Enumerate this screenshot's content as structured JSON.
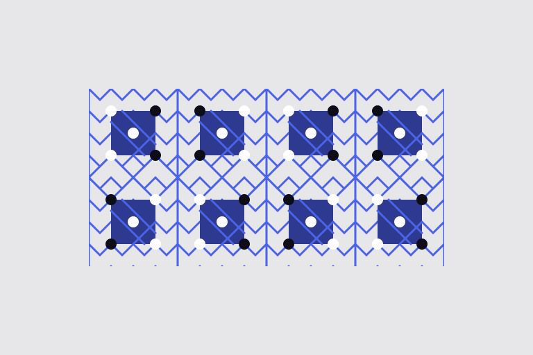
{
  "canvas": {
    "background": "#e7e7ea"
  },
  "pattern": {
    "description_free": true,
    "colors": {
      "line": "#4a63e8",
      "square_fill": "#2e3a8f",
      "dot_white": "#ffffff",
      "dot_black": "#0d0d1a"
    },
    "tiles": [
      {
        "row": 0,
        "col": 0,
        "corners": [
          "white",
          "black",
          "black",
          "white"
        ]
      },
      {
        "row": 0,
        "col": 1,
        "corners": [
          "black",
          "white",
          "white",
          "black"
        ]
      },
      {
        "row": 0,
        "col": 2,
        "corners": [
          "white",
          "black",
          "black",
          "white"
        ]
      },
      {
        "row": 0,
        "col": 3,
        "corners": [
          "black",
          "white",
          "white",
          "black"
        ]
      },
      {
        "row": 1,
        "col": 0,
        "corners": [
          "black",
          "white",
          "white",
          "black"
        ]
      },
      {
        "row": 1,
        "col": 1,
        "corners": [
          "white",
          "black",
          "black",
          "white"
        ]
      },
      {
        "row": 1,
        "col": 2,
        "corners": [
          "black",
          "white",
          "white",
          "black"
        ]
      },
      {
        "row": 1,
        "col": 3,
        "corners": [
          "white",
          "black",
          "black",
          "white"
        ]
      }
    ]
  }
}
